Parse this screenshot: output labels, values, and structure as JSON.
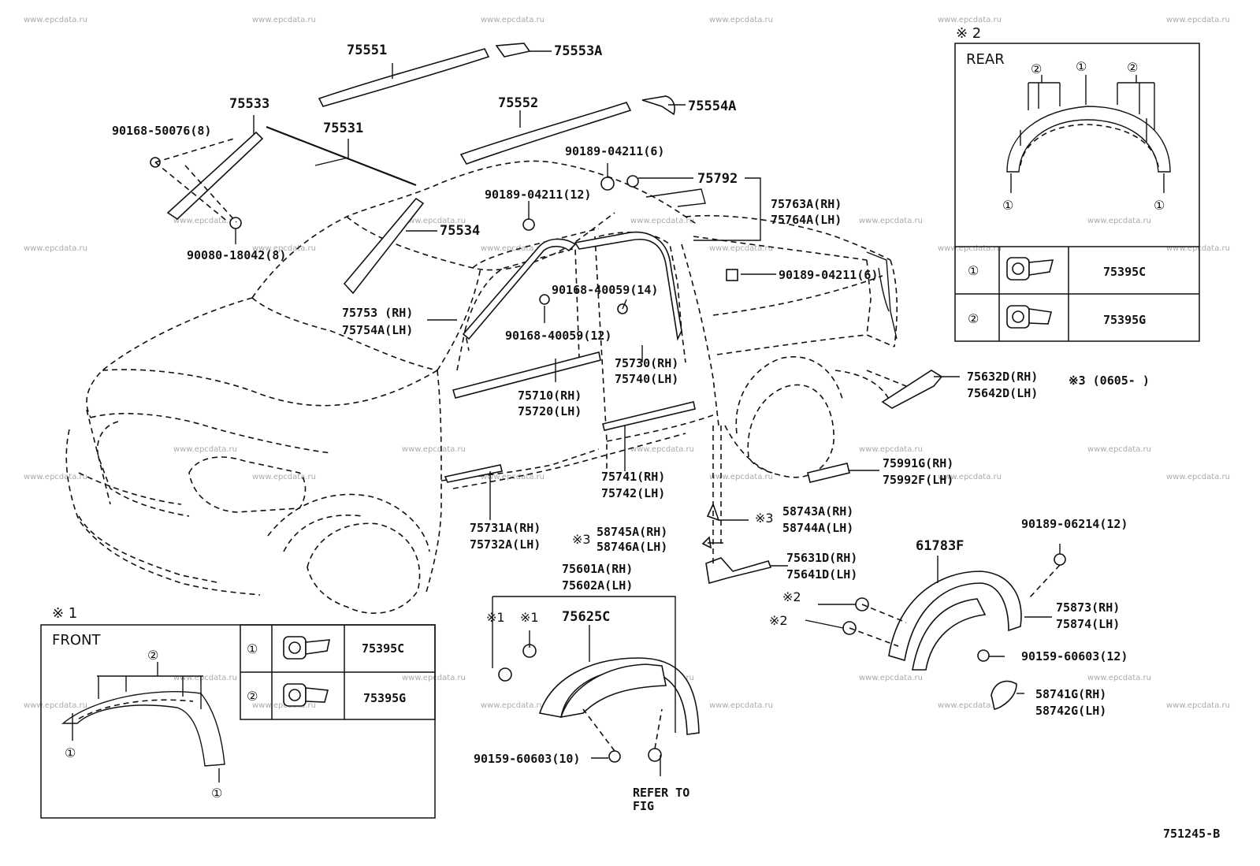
{
  "watermark": "www.epcdata.ru",
  "diagram_code": "751245-B",
  "labels": {
    "p75551": "75551",
    "p75553A": "75553A",
    "p75552": "75552",
    "p75554A": "75554A",
    "p75533": "75533",
    "p75531": "75531",
    "p90168_50076": "90168-50076(8)",
    "p90080_18042": "90080-18042(8)",
    "p75534": "75534",
    "p90189_04211_6a": "90189-04211(6)",
    "p90189_04211_12": "90189-04211(12)",
    "p75792": "75792",
    "p75763A": "75763A(RH)",
    "p75764A": "75764A(LH)",
    "p75753": "75753  (RH)",
    "p75754A": "75754A(LH)",
    "p90168_40059_14": "90168-40059(14)",
    "p90168_40059_12": "90168-40059(12)",
    "p90189_04211_6b": "90189-04211(6)",
    "p75730": "75730(RH)",
    "p75740": "75740(LH)",
    "p75710": "75710(RH)",
    "p75720": "75720(LH)",
    "p75632D": "75632D(RH)",
    "p75642D": "75642D(LH)",
    "note3_range": "※3 (0605-      )",
    "p75741": "75741(RH)",
    "p75742": "75742(LH)",
    "p75991G": "75991G(RH)",
    "p75992F": "75992F(LH)",
    "p75731A": "75731A(RH)",
    "p75732A": "75732A(LH)",
    "p58743A": "58743A(RH)",
    "p58744A": "58744A(LH)",
    "note3a": "※3",
    "note3b": "※3",
    "p58745A": "58745A(RH)",
    "p58746A": "58746A(LH)",
    "p75631D": "75631D(RH)",
    "p75641D": "75641D(LH)",
    "p75601A": "75601A(RH)",
    "p75602A": "75602A(LH)",
    "p61783F": "61783F",
    "p90189_06214": "90189-06214(12)",
    "p75625C": "75625C",
    "note1a": "※1",
    "note1b": "※1",
    "note2a": "※2",
    "note2b": "※2",
    "p75873": "75873(RH)",
    "p75874": "75874(LH)",
    "p90159_60603_12": "90159-60603(12)",
    "p58741G": "58741G(RH)",
    "p58742G": "58742G(LH)",
    "p90159_60603_10": "90159-60603(10)",
    "refer_line1": "REFER TO",
    "refer_line2": "FIG"
  },
  "front_inset": {
    "note": "※ 1",
    "title": "FRONT",
    "rows": [
      {
        "key": "①",
        "part": "75395C"
      },
      {
        "key": "②",
        "part": "75395G"
      }
    ],
    "markers": {
      "one": "①",
      "two": "②"
    }
  },
  "rear_inset": {
    "note": "※ 2",
    "title": "REAR",
    "rows": [
      {
        "key": "①",
        "part": "75395C"
      },
      {
        "key": "②",
        "part": "75395G"
      }
    ],
    "markers": {
      "one": "①",
      "two": "②"
    }
  }
}
